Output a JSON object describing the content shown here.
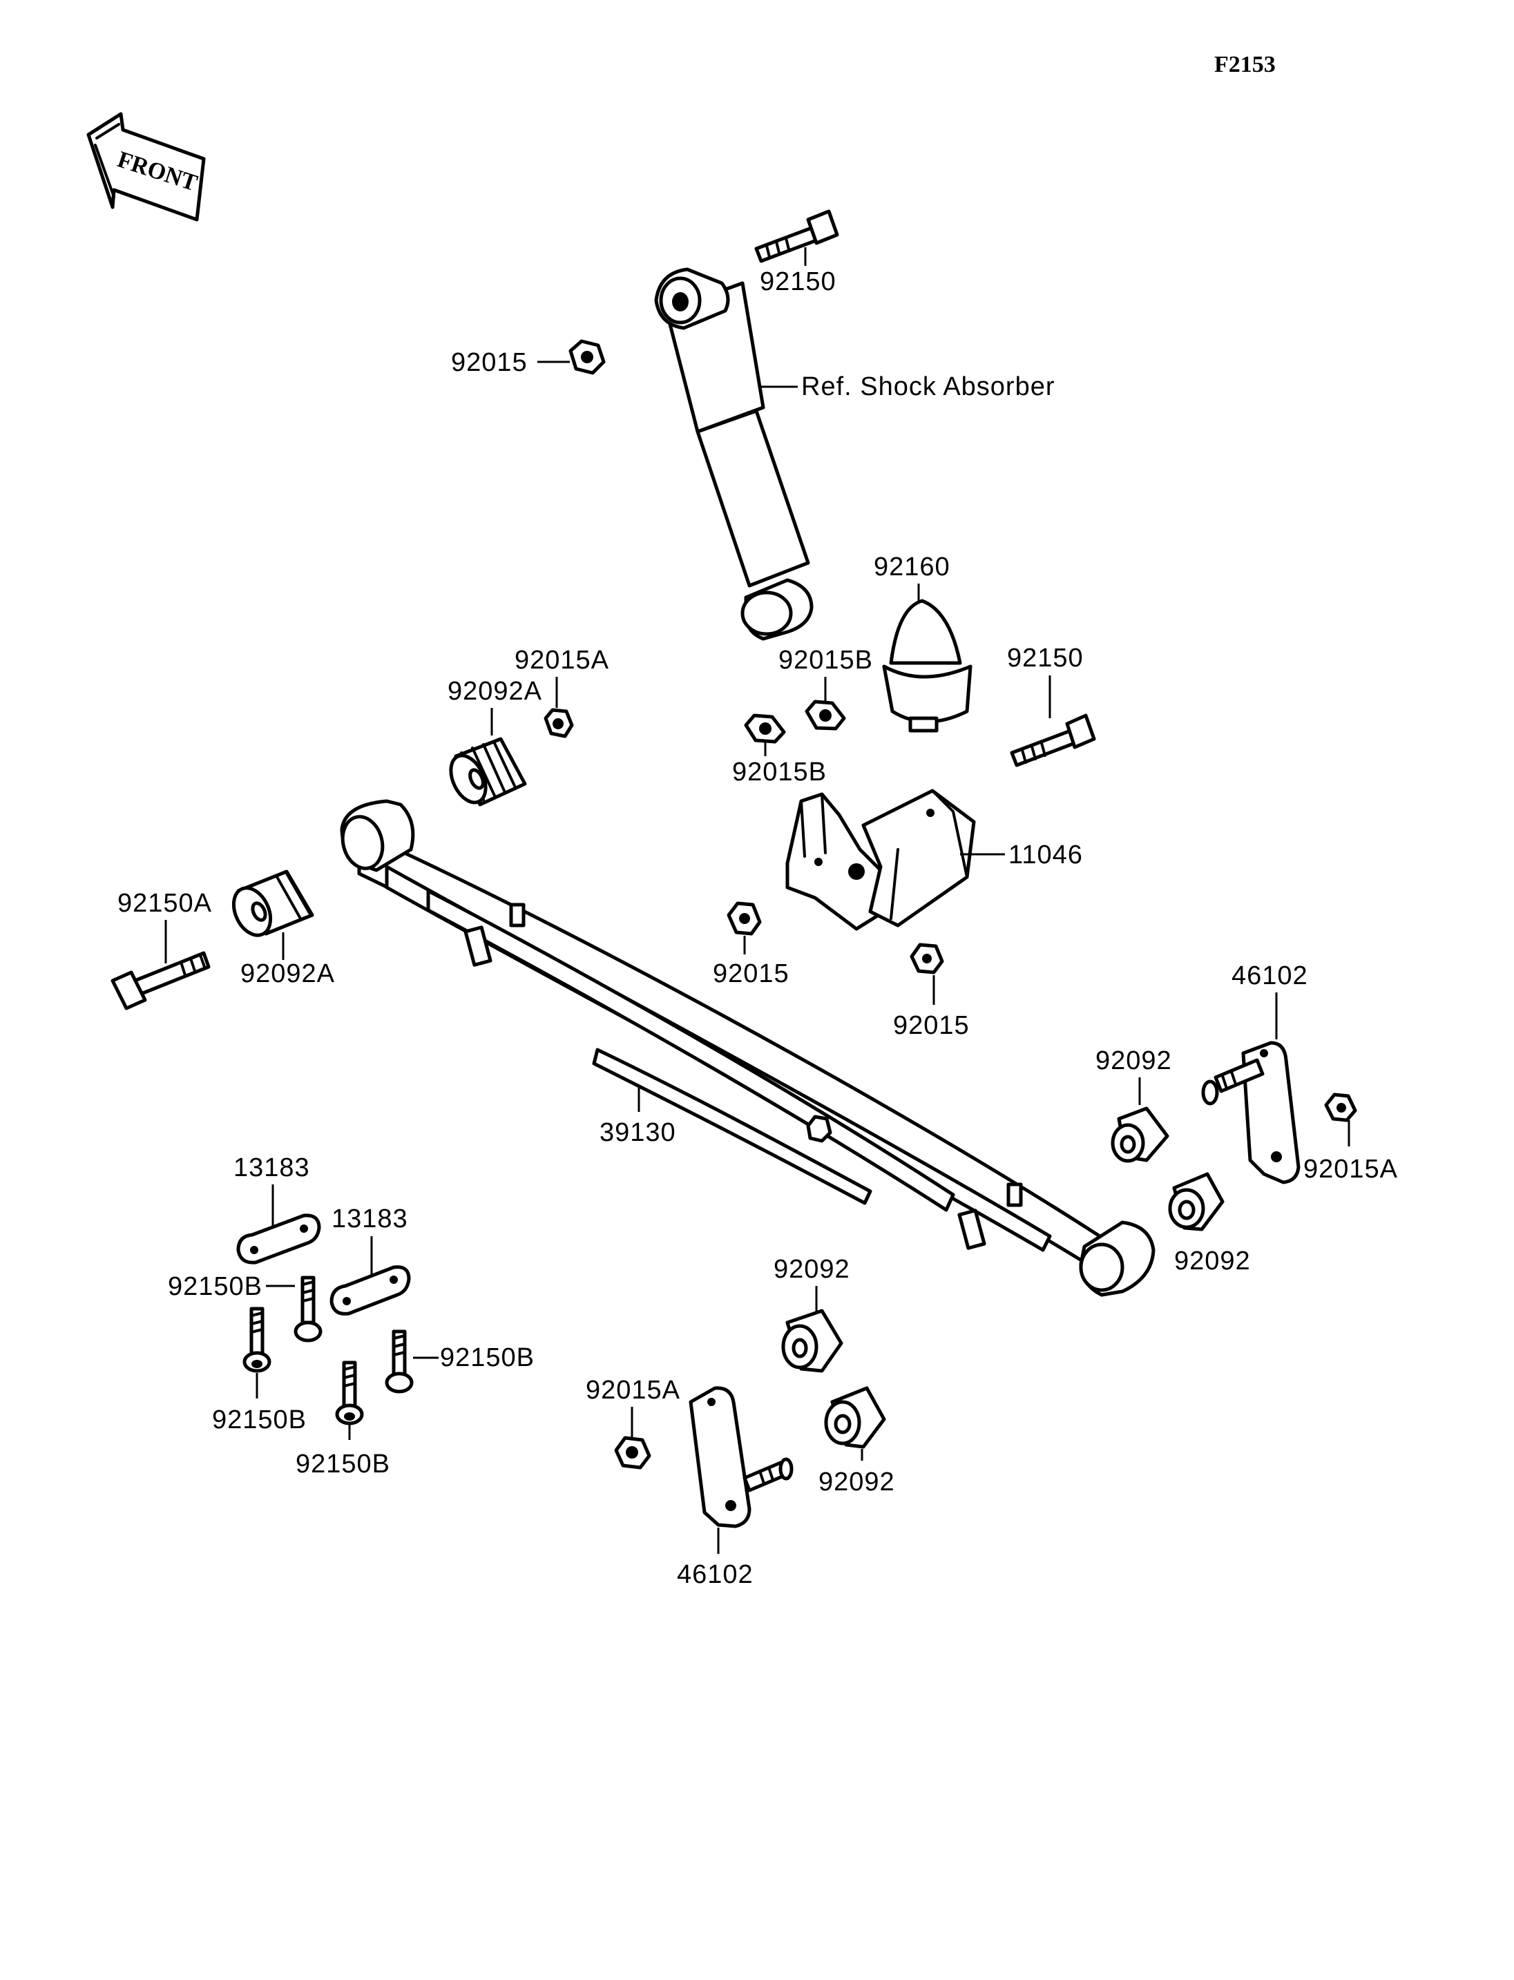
{
  "figure_code": "F2153",
  "front_label": "FRONT",
  "labels": {
    "bolt_top": "92150",
    "nut_top": "92015",
    "ref_shock": "Ref. Shock Absorber",
    "stopper": "92160",
    "nut_a_top": "92015A",
    "bushing_a_top": "92092A",
    "nut_b_top": "92015B",
    "nut_b_bottom": "92015B",
    "bolt_right": "92150",
    "bracket": "11046",
    "bolt_a": "92150A",
    "bushing_a_left": "92092A",
    "nut_mid": "92015",
    "nut_bracket": "92015",
    "shackle_right": "46102",
    "bushing_r1": "92092",
    "nut_a_right": "92015A",
    "bushing_r2": "92092",
    "leaf_spring": "39130",
    "plate_1": "13183",
    "plate_2": "13183",
    "bolt_b_1": "92150B",
    "bolt_b_2": "92150B",
    "bolt_b_3": "92150B",
    "bolt_b_4": "92150B",
    "bushing_c1": "92092",
    "bushing_c2": "92092",
    "nut_a_bottom": "92015A",
    "shackle_bottom": "46102"
  }
}
